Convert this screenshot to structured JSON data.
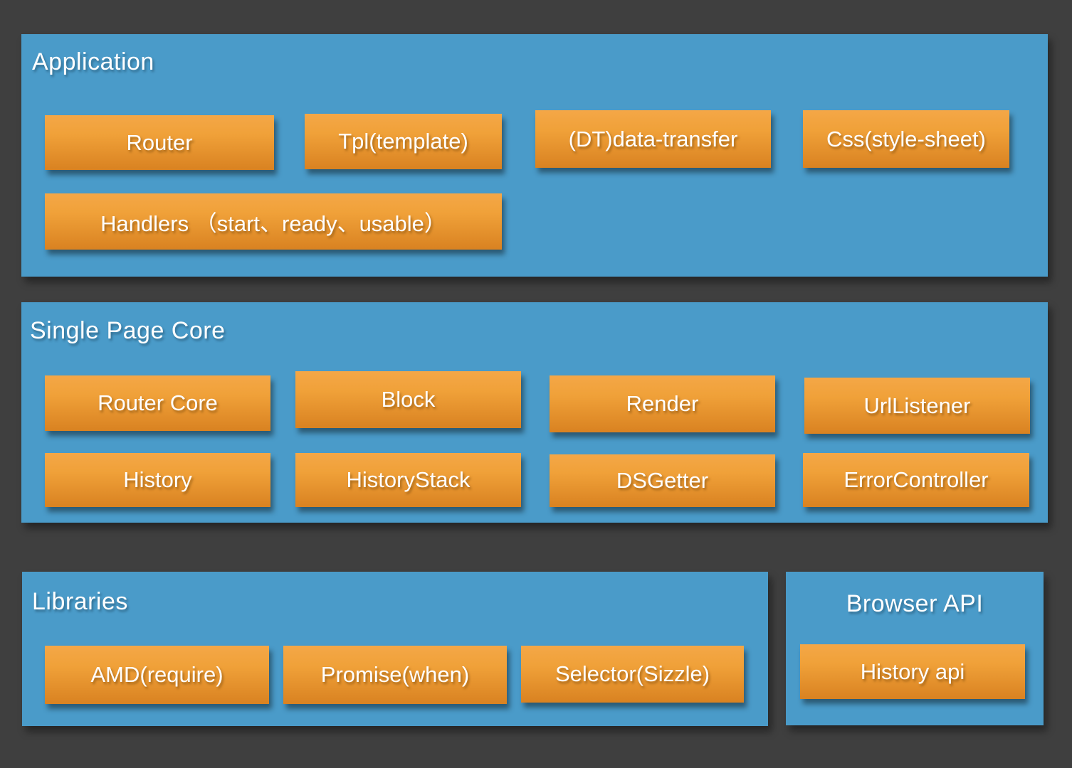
{
  "panels": {
    "application": {
      "title": "Application",
      "boxes": {
        "router": "Router",
        "tpl": "Tpl(template)",
        "data_transfer": "(DT)data-transfer",
        "css": "Css(style-sheet)",
        "handlers": "Handlers （start、ready、usable）"
      }
    },
    "single_page_core": {
      "title": "Single Page Core",
      "boxes": {
        "router_core": "Router Core",
        "block": "Block",
        "render": "Render",
        "url_listener": "UrlListener",
        "history": "History",
        "history_stack": "HistoryStack",
        "ds_getter": "DSGetter",
        "error_controller": "ErrorController"
      }
    },
    "libraries": {
      "title": "Libraries",
      "boxes": {
        "amd": "AMD(require)",
        "promise": "Promise(when)",
        "selector": "Selector(Sizzle)"
      }
    },
    "browser_api": {
      "title": "Browser API",
      "boxes": {
        "history_api": "History api"
      }
    }
  },
  "colors": {
    "background": "#3f3f3f",
    "panel_blue": "#4a9bc9",
    "box_orange_top": "#f2a441",
    "box_orange_bottom": "#d98221",
    "text_white": "#ffffff"
  }
}
